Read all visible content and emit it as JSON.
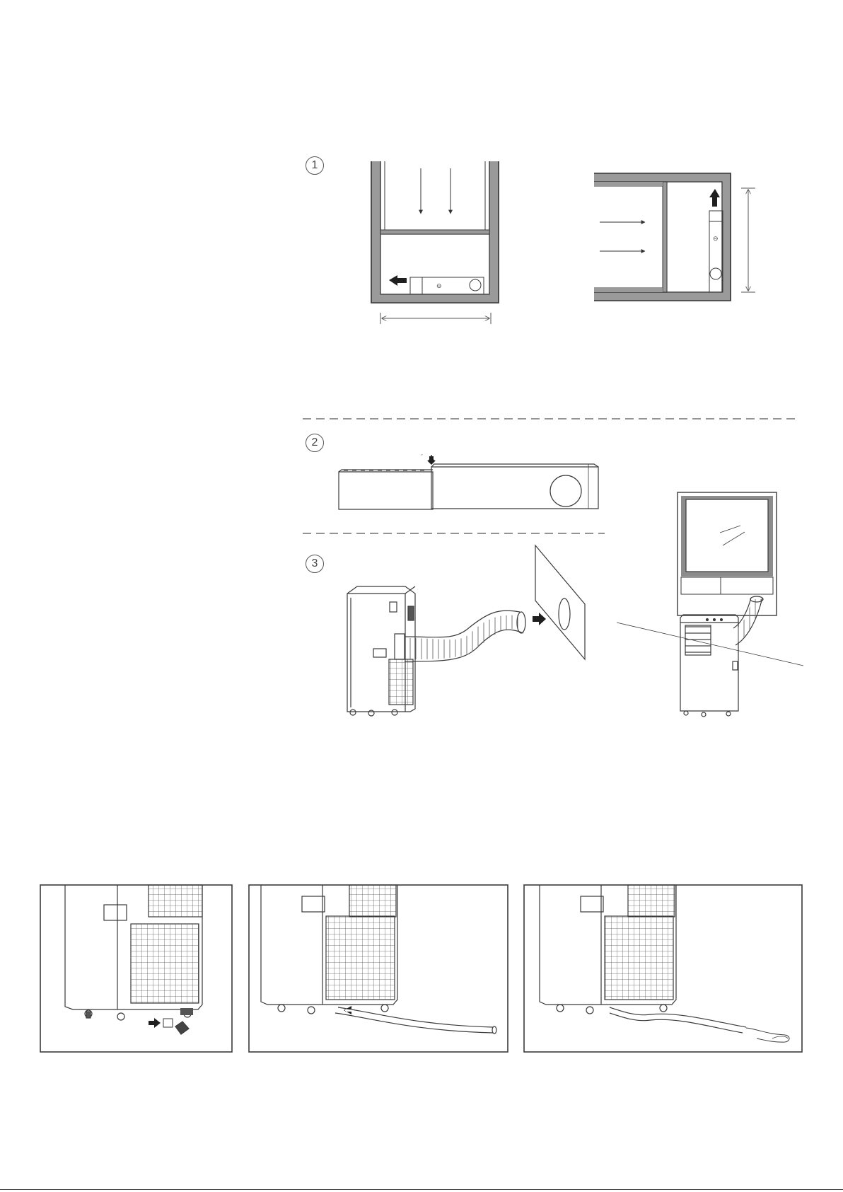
{
  "steps": [
    {
      "number": "1"
    },
    {
      "number": "2"
    },
    {
      "number": "3"
    }
  ],
  "illustrations": [
    "sash-window-vertical-slider-icon",
    "sliding-window-horizontal-slider-icon",
    "window-slider-assembly-icon",
    "air-conditioner-hose-to-slider-icon",
    "air-conditioner-installed-at-window-icon",
    "drain-plug-removal-icon",
    "drain-hose-connection-icon",
    "drain-hose-draining-icon"
  ],
  "colors": {
    "line": "#3a3a3a",
    "frame_fill": "#8c8c8c",
    "background": "#ffffff"
  }
}
